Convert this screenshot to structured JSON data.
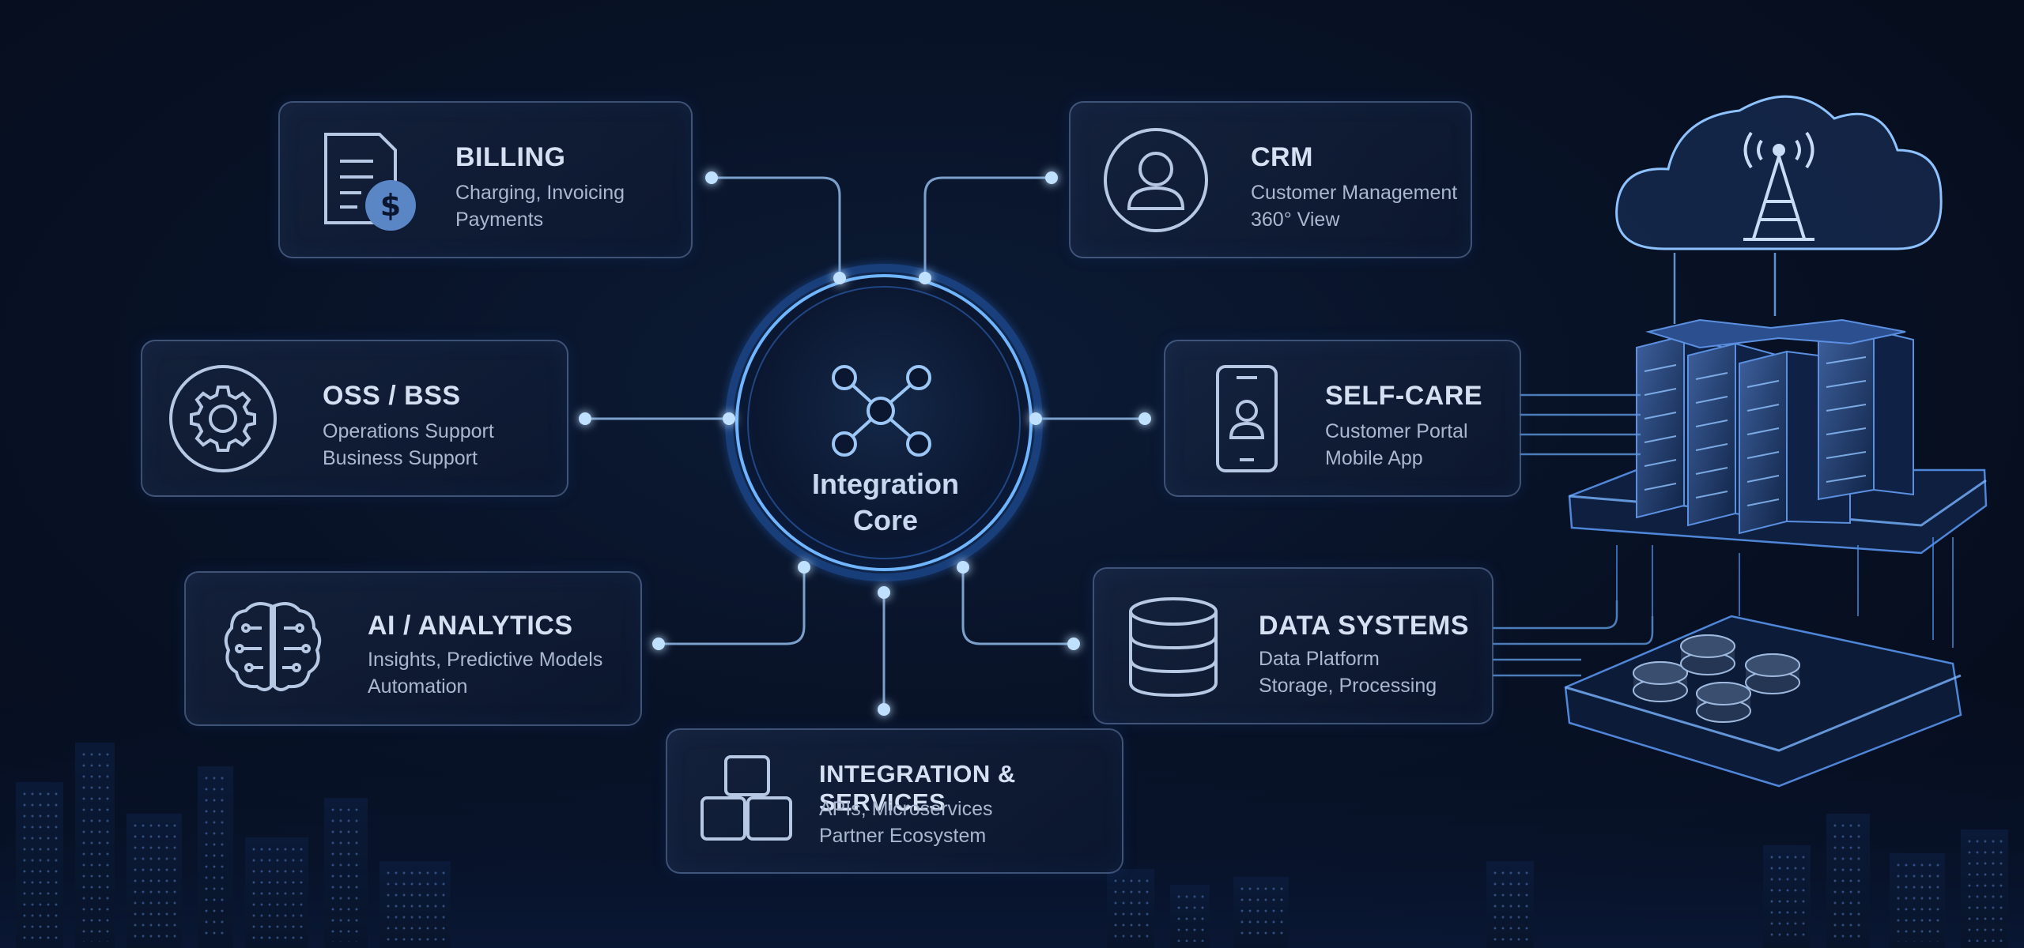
{
  "core": {
    "line1": "Integration",
    "line2": "Core"
  },
  "nodes": {
    "billing": {
      "title": "BILLING",
      "line1": "Charging, Invoicing",
      "line2": "Payments",
      "icon": "invoice-dollar-icon"
    },
    "crm": {
      "title": "CRM",
      "line1": "Customer Management",
      "line2": "360° View",
      "icon": "user-icon"
    },
    "oss": {
      "title": "OSS / BSS",
      "line1": "Operations Support",
      "line2": "Business Support",
      "icon": "gear-icon"
    },
    "selfcare": {
      "title": "SELF-CARE",
      "line1": "Customer Portal",
      "line2": "Mobile App",
      "icon": "smartphone-user-icon"
    },
    "ai": {
      "title": "AI / ANALYTICS",
      "line1": "Insights, Predictive Models",
      "line2": "Automation",
      "icon": "brain-circuit-icon"
    },
    "data": {
      "title": "DATA SYSTEMS",
      "line1": "Data Platform",
      "line2": "Storage, Processing",
      "icon": "database-icon"
    },
    "services": {
      "title": "INTEGRATION & SERVICES",
      "line1": "APIs, Microservices",
      "line2": "Partner Ecosystem",
      "icon": "blocks-icon"
    }
  },
  "infrastructure": {
    "cloud_icon": "cloud-tower-icon",
    "servers_icon": "server-rack-icon",
    "storage_icon": "storage-disks-icon"
  },
  "colors": {
    "accent": "#4aa3ff",
    "glow": "#7fc4ff",
    "card_border": "#7896c8",
    "background": "#081226"
  }
}
